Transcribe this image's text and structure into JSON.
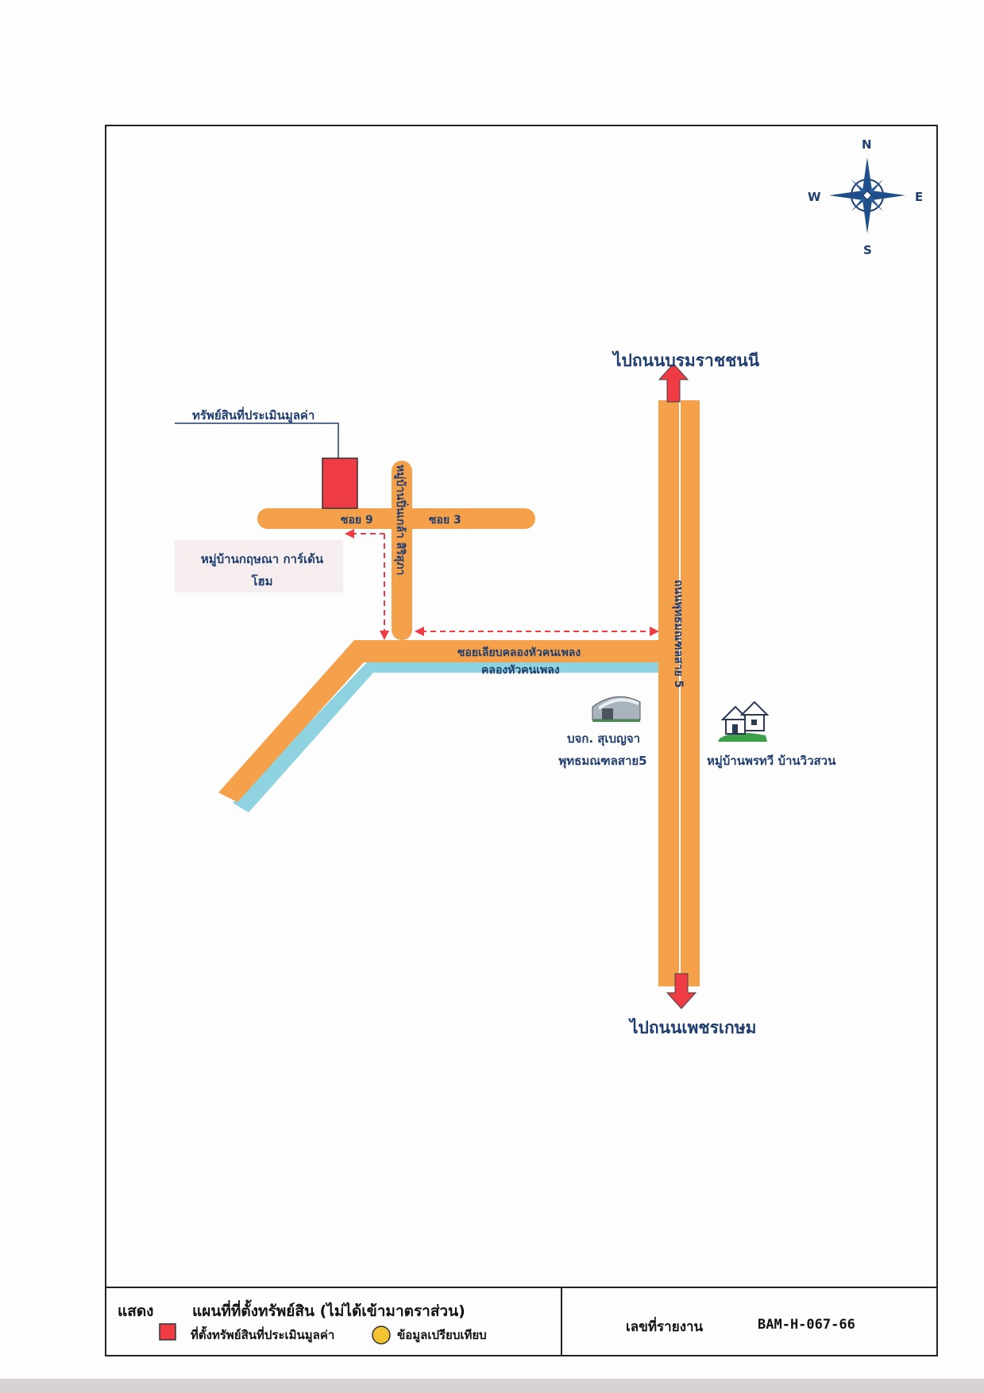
{
  "compass": {
    "north": "N",
    "south": "S",
    "east": "E",
    "west": "W"
  },
  "labels": {
    "to_borommaratchachonnani": "ไปถนนบรมราชชนนี",
    "to_phetkasem": "ไปถนนเพชรเกษม",
    "subject_property": "ทรัพย์สินที่ประเมินมูลค่า",
    "soi_9": "ซอย 9",
    "soi_3": "ซอย 3",
    "village_kritsana": "หมู่บ้านกฤษณา การ์เด้นโฮม",
    "village_road_vertical": "หมู่บ้านปิ่นเกล้า สิริสุภา",
    "soi_liap_khlong": "ซอยเลียบคลองหัวคนเพลง",
    "khlong": "คลองหัวคนเพลง",
    "phutthamonthon_road": "ถนนพุทธมณฑลสาย 5",
    "company_line1": "บจก. สุเบญจา",
    "company_line2": "พุทธมณฑลสาย5",
    "village_phonthawi": "หมู่บ้านพรทวี บ้านวิวสวน"
  },
  "legend": {
    "show": "แสดง",
    "map_title": "แผนที่ที่ตั้งทรัพย์สิน (ไม่ได้เข้ามาตราส่วน)",
    "subject_location": "ที่ตั้งทรัพย์สินที่ประเมินมูลค่า",
    "comparable_data": "ข้อมูลเปรียบเทียบ",
    "report_no_label": "เลขที่รายงาน",
    "report_no": "BAM-H-067-66"
  },
  "colors": {
    "road": "#f5a04a",
    "canal": "#8fd3e0",
    "subject": "#ee3b44",
    "comparable": "#f2c431",
    "arrow": "#ee3b44",
    "text": "#1f3d6e"
  },
  "icons": {
    "compass": "compass-rose-icon",
    "warehouse": "warehouse-icon",
    "houses": "houses-icon"
  }
}
